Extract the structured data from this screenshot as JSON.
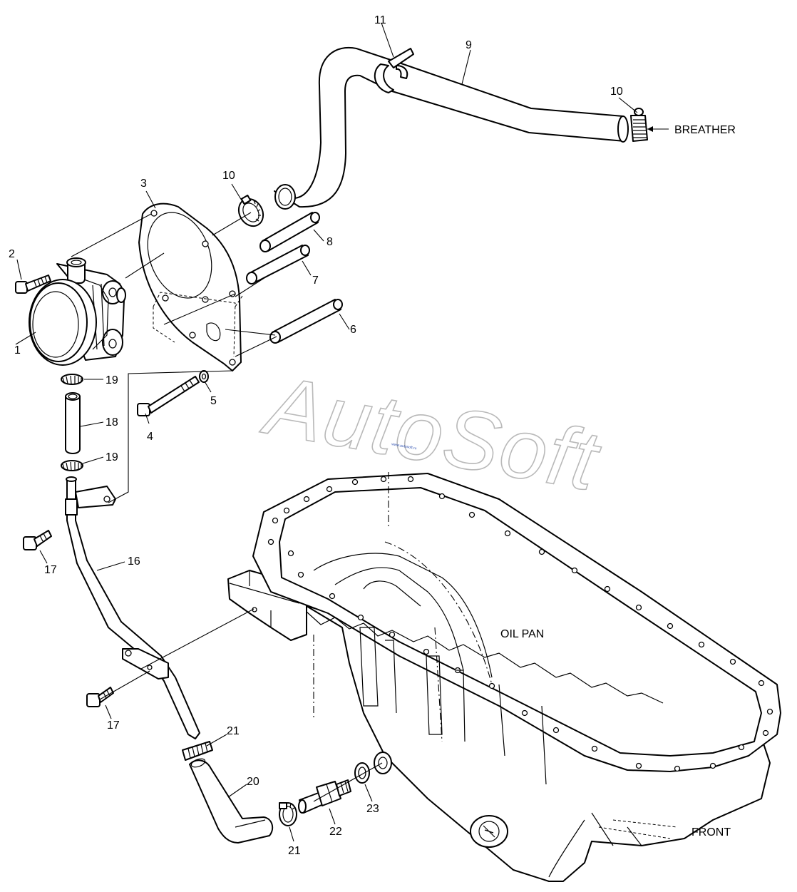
{
  "callouts": {
    "p1": "1",
    "p2": "2",
    "p3": "3",
    "p4": "4",
    "p5": "5",
    "p6": "6",
    "p7": "7",
    "p8": "8",
    "p9": "9",
    "p10a": "10",
    "p10b": "10",
    "p11": "11",
    "p16": "16",
    "p17a": "17",
    "p17b": "17",
    "p18": "18",
    "p19a": "19",
    "p19b": "19",
    "p20": "20",
    "p21a": "21",
    "p21b": "21",
    "p22": "22",
    "p23": "23"
  },
  "captions": {
    "breather": "BREATHER",
    "oil_pan": "OIL PAN",
    "front": "FRONT"
  },
  "watermark": {
    "text": "AutoSoft",
    "small": "www.autosoft.ru"
  }
}
